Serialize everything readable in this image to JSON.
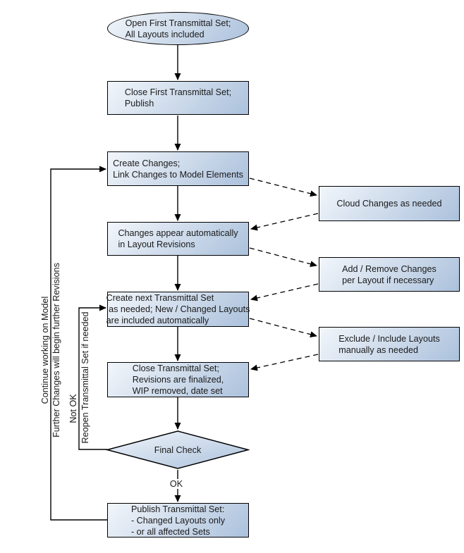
{
  "diagram": {
    "type": "flowchart",
    "nodes": {
      "start": {
        "shape": "ellipse",
        "lines": [
          "Open First Transmittal Set;",
          "All Layouts included"
        ]
      },
      "close_first": {
        "shape": "box",
        "lines": [
          "Close First Transmittal Set;",
          "Publish"
        ]
      },
      "create_changes": {
        "shape": "box",
        "lines": [
          "Create Changes;",
          "Link Changes to Model Elements"
        ]
      },
      "cloud_changes": {
        "shape": "box",
        "lines": [
          "Cloud Changes as needed"
        ]
      },
      "changes_appear": {
        "shape": "box",
        "lines": [
          "Changes appear automatically",
          "in Layout Revisions"
        ]
      },
      "add_remove": {
        "shape": "box",
        "lines": [
          "Add / Remove Changes",
          "per Layout if necessary"
        ]
      },
      "create_next": {
        "shape": "box",
        "lines": [
          "Create next Transmittal Set",
          " as needed; New / Changed Layouts",
          "are included automatically"
        ]
      },
      "exclude_include": {
        "shape": "box",
        "lines": [
          "Exclude / Include Layouts",
          "manually as needed"
        ]
      },
      "close_set": {
        "shape": "box",
        "lines": [
          "Close Transmittal Set;",
          "Revisions are finalized,",
          "WIP removed, date set"
        ]
      },
      "final_check": {
        "shape": "diamond",
        "lines": [
          "Final Check"
        ]
      },
      "publish": {
        "shape": "box",
        "lines": [
          "Publish Transmittal Set:",
          "- Changed Layouts only",
          "- or all affected Sets"
        ]
      }
    },
    "edge_labels": {
      "ok": "OK",
      "not_ok": "Not OK",
      "reopen": "Reopen Transmittal Set if needed",
      "continue_model": "Continue working on Model",
      "further_changes": "Further Changes will begin further Revisions"
    },
    "edges": [
      {
        "from": "start",
        "to": "close_first",
        "style": "solid"
      },
      {
        "from": "close_first",
        "to": "create_changes",
        "style": "solid"
      },
      {
        "from": "create_changes",
        "to": "cloud_changes",
        "style": "dashed"
      },
      {
        "from": "cloud_changes",
        "to": "changes_appear",
        "style": "dashed"
      },
      {
        "from": "create_changes",
        "to": "changes_appear",
        "style": "solid"
      },
      {
        "from": "changes_appear",
        "to": "add_remove",
        "style": "dashed"
      },
      {
        "from": "add_remove",
        "to": "create_next",
        "style": "dashed"
      },
      {
        "from": "changes_appear",
        "to": "create_next",
        "style": "solid"
      },
      {
        "from": "create_next",
        "to": "exclude_include",
        "style": "dashed"
      },
      {
        "from": "exclude_include",
        "to": "close_set",
        "style": "dashed"
      },
      {
        "from": "create_next",
        "to": "close_set",
        "style": "solid"
      },
      {
        "from": "close_set",
        "to": "final_check",
        "style": "solid"
      },
      {
        "from": "final_check",
        "to": "publish",
        "style": "solid",
        "label": "OK"
      },
      {
        "from": "final_check",
        "to": "create_next",
        "style": "solid",
        "label": "Not OK / Reopen Transmittal Set if needed"
      },
      {
        "from": "publish",
        "to": "create_changes",
        "style": "solid",
        "label": "Continue working on Model / Further Changes will begin further Revisions"
      }
    ],
    "colors": {
      "background": "#ffffff",
      "node_gradient_start": "#f2f6fb",
      "node_gradient_end": "#abc1dc",
      "node_border": "#000000",
      "connector": "#000000",
      "text": "#1a1a1a"
    }
  }
}
